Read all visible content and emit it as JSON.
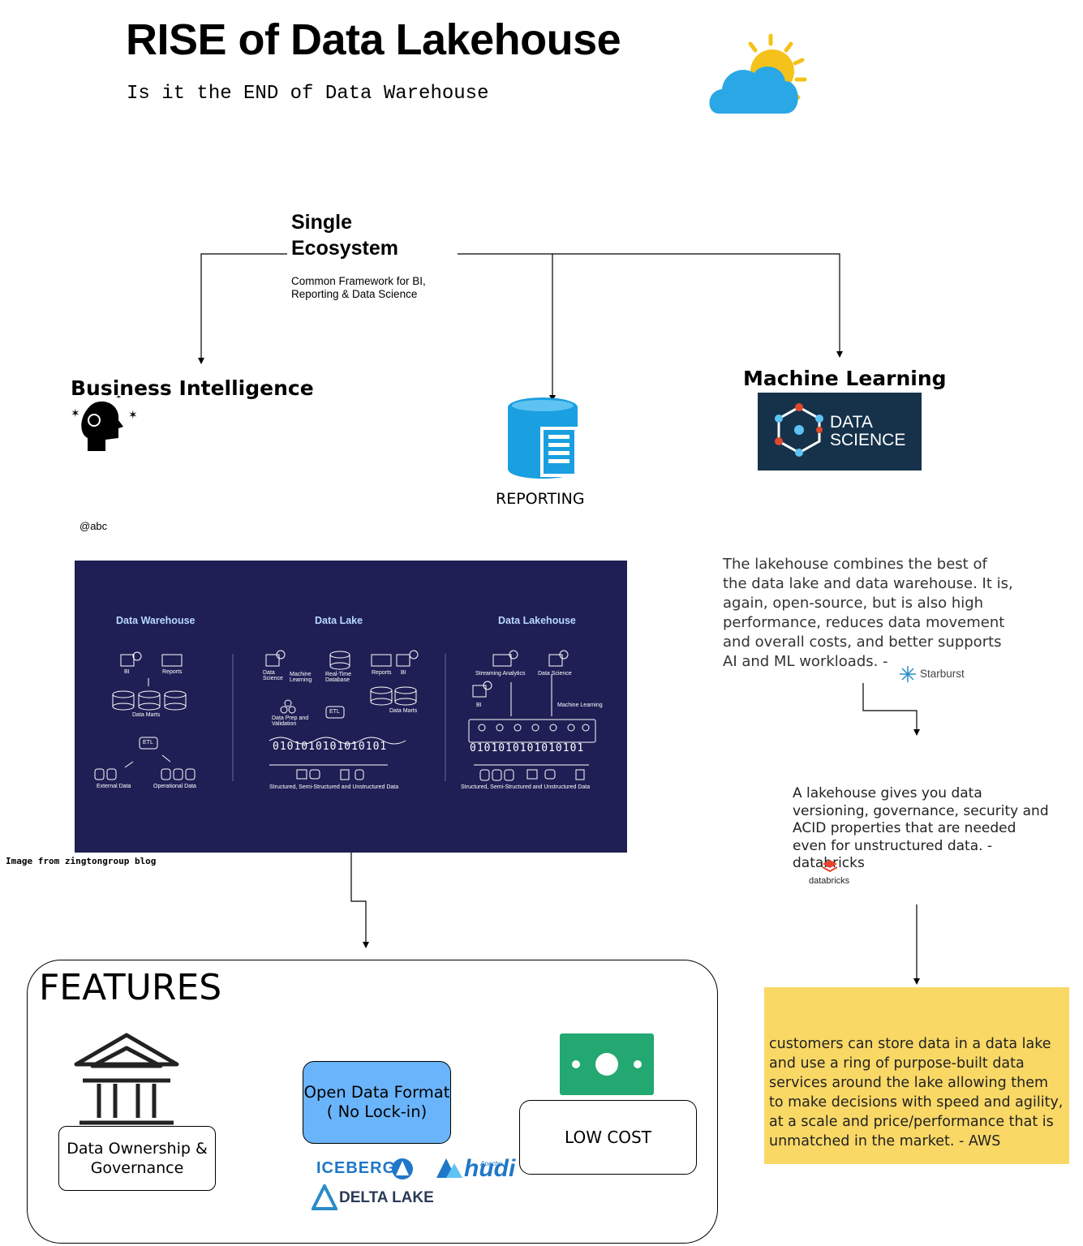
{
  "header": {
    "title": "RISE of Data Lakehouse",
    "subtitle": "Is it the END of Data Warehouse"
  },
  "ecosystem": {
    "title": "Single Ecosystem",
    "description": "Common Framework for BI, Reporting & Data Science"
  },
  "branches": {
    "bi": "Business Intelligence",
    "reporting": "REPORTING",
    "ml": "Machine Learning",
    "ml_logo_text_1": "DATA",
    "ml_logo_text_2": "SCIENCE"
  },
  "handle": "@abc",
  "panel": {
    "col1_title": "Data Warehouse",
    "col2_title": "Data Lake",
    "col3_title": "Data Lakehouse",
    "dw_bi": "BI",
    "dw_reports": "Reports",
    "dw_marts": "Data Marts",
    "dw_etl": "ETL",
    "dw_external": "External Data",
    "dw_operational": "Operational Data",
    "dl_ds": "Data Science",
    "dl_ml": "Machine Learning",
    "dl_rt": "Real-Time Database",
    "dl_reports": "Reports",
    "dl_bi": "BI",
    "dl_prep": "Data Prep and Validation",
    "dl_etl": "ETL",
    "dl_marts": "Data Marts",
    "dl_bits": "0101010101010101",
    "dl_source": "Structured, Semi-Structured and Unstructured Data",
    "lh_streaming": "Streaming Analytics",
    "lh_ds": "Data Science",
    "lh_bi": "BI",
    "lh_ml": "Machine Learning",
    "lh_bits": "0101010101010101",
    "lh_source": "Structured, Semi-Structured and Unstructured Data"
  },
  "credit": "Image from zingtongroup blog",
  "quotes": {
    "starburst": "The lakehouse combines the best of the data lake and data warehouse. It is, again, open-source, but is also high performance, reduces data movement and overall costs, and better supports AI and ML workloads. -",
    "starburst_logo": "Starburst",
    "databricks": "A lakehouse gives you data versioning, governance, security and ACID properties that are needed even for unstructured data. - databricks",
    "databricks_logo": "databricks",
    "aws": "customers can store data in a data lake and use a ring of purpose-built data services around the lake allowing them to make decisions with speed and agility, at a scale and price/performance that is unmatched in the market. - AWS"
  },
  "features": {
    "title": "FEATURES",
    "ownership": "Data Ownership & Governance",
    "open_format": "Open Data Format ( No Lock-in)",
    "low_cost": "LOW COST",
    "logo_iceberg": "ICEBERG",
    "logo_hudi": "hudi",
    "logo_apache": "Apache",
    "logo_delta": "DELTA LAKE"
  },
  "colors": {
    "panel_bg": "#1f1f55",
    "aws_note": "#f9d866",
    "open_format_fill": "#6ab4fb",
    "money_green": "#22a870",
    "reporting_blue": "#1a9fe0"
  }
}
